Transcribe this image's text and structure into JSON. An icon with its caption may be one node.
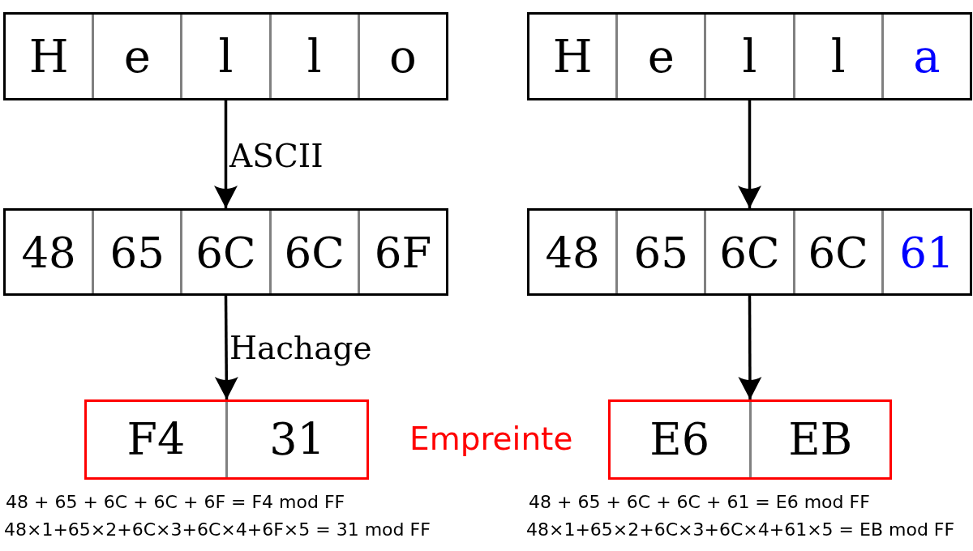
{
  "diagram": {
    "nodes": [
      {
        "text": [
          "H",
          "e",
          "l",
          "l",
          "o"
        ]
      },
      {
        "text": [
          "H",
          "e",
          "l",
          "l",
          "a"
        ]
      },
      {
        "text": [
          "48",
          "65",
          "6C",
          "6C",
          "6F"
        ]
      },
      {
        "text": [
          "48",
          "65",
          "6C",
          "6C",
          "61"
        ]
      },
      {
        "text": [
          "F4",
          "31"
        ],
        "beside": [
          "48 + 65 + 6C + 6C + 6F = F4 mod FF",
          "48×1+65×2+6C×3+6C×4+6F×5 = 31 mod FF"
        ]
      },
      {
        "text": [
          "E6",
          "EB"
        ],
        "beside": [
          "48 + 65 + 6C + 6C + 61 = E6 mod FF",
          "48×1+65×2+6C×3+6C×4+61×5 = EB mod FF"
        ]
      }
    ],
    "edges": [
      {
        "from": 0,
        "to": 2,
        "arrow": "to",
        "label": "ASCII"
      },
      {
        "from": 1,
        "to": 3,
        "arrow": "to"
      },
      {
        "from": 2,
        "to": 4,
        "arrow": "to",
        "label": "Hachage"
      },
      {
        "from": 3,
        "to": 5,
        "arrow": "to"
      }
    ],
    "labels": [
      "Empreinte"
    ]
  }
}
